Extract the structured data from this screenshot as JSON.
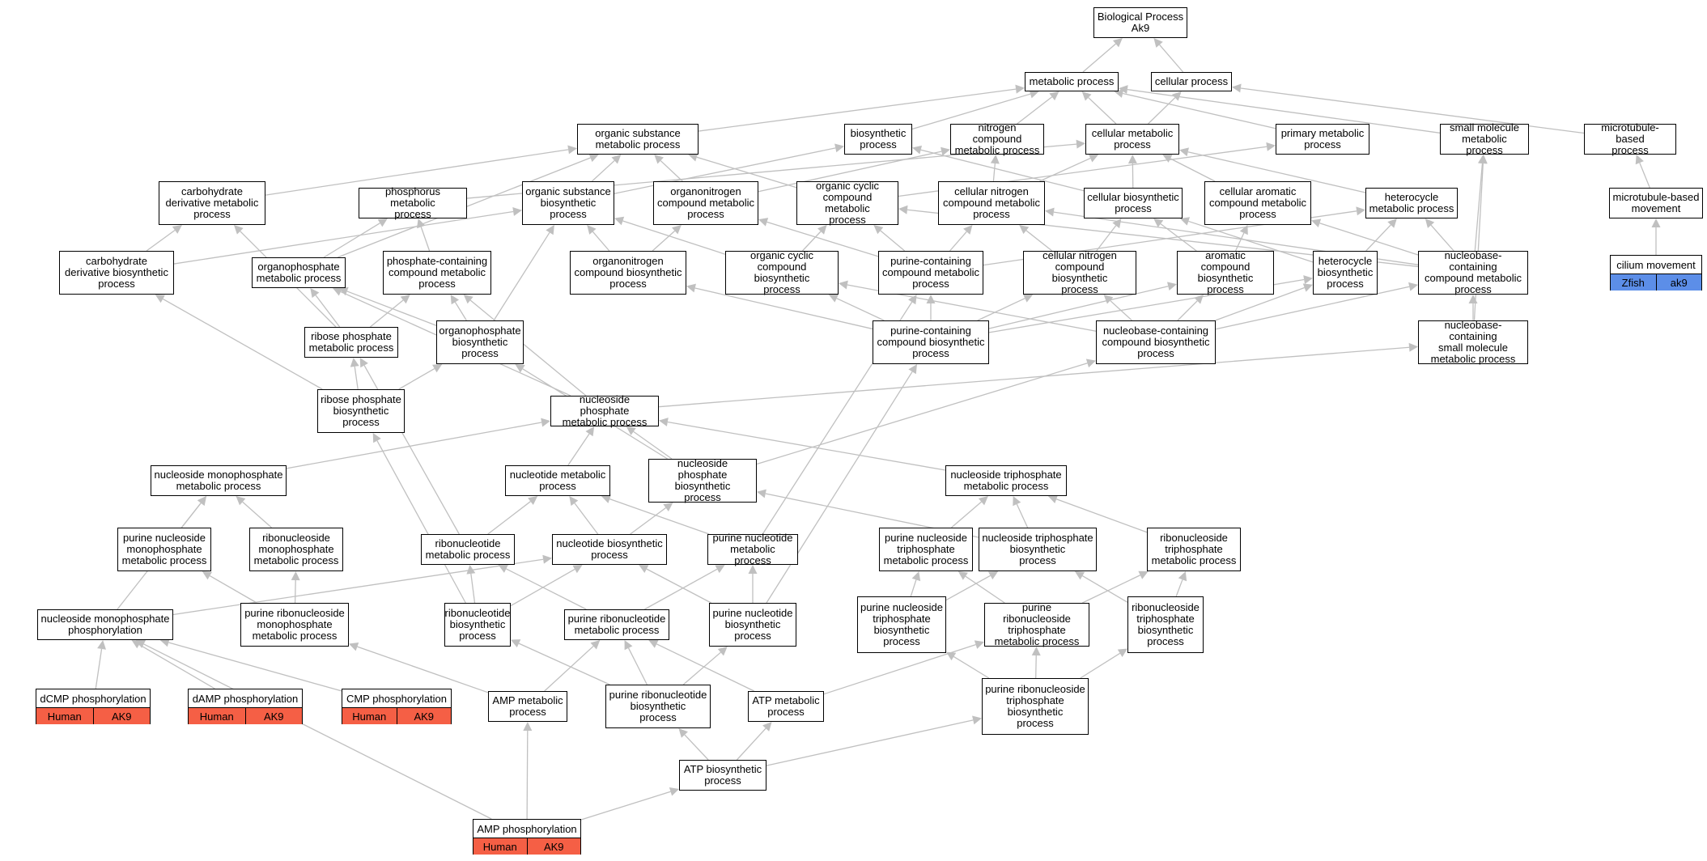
{
  "colors": {
    "edge": "#c0c0c0",
    "human_annotation": "#f55f45",
    "zfish_annotation": "#5c8ee8"
  },
  "nodes": [
    {
      "id": "root",
      "label": "Biological Process\nAk9"
    },
    {
      "id": "mp",
      "label": "metabolic process"
    },
    {
      "id": "cp",
      "label": "cellular process"
    },
    {
      "id": "osmp",
      "label": "organic substance\nmetabolic process"
    },
    {
      "id": "bp",
      "label": "biosynthetic\nprocess"
    },
    {
      "id": "ncmp",
      "label": "nitrogen compound\nmetabolic process"
    },
    {
      "id": "cmp",
      "label": "cellular metabolic\nprocess"
    },
    {
      "id": "pmp",
      "label": "primary metabolic\nprocess"
    },
    {
      "id": "smmp",
      "label": "small molecule\nmetabolic process"
    },
    {
      "id": "mtbp",
      "label": "microtubule-based\nprocess"
    },
    {
      "id": "cdmp",
      "label": "carbohydrate\nderivative metabolic\nprocess"
    },
    {
      "id": "phmp",
      "label": "phosphorus metabolic\nprocess"
    },
    {
      "id": "osbp",
      "label": "organic substance\nbiosynthetic\nprocess"
    },
    {
      "id": "oncmp",
      "label": "organonitrogen\ncompound metabolic\nprocess"
    },
    {
      "id": "occmp",
      "label": "organic cyclic\ncompound metabolic\nprocess"
    },
    {
      "id": "cncmp",
      "label": "cellular nitrogen\ncompound metabolic\nprocess"
    },
    {
      "id": "cbp",
      "label": "cellular biosynthetic\nprocess"
    },
    {
      "id": "cacmp",
      "label": "cellular aromatic\ncompound metabolic\nprocess"
    },
    {
      "id": "hcmp",
      "label": "heterocycle\nmetabolic process"
    },
    {
      "id": "mtbm",
      "label": "microtubule-based\nmovement"
    },
    {
      "id": "cdbp",
      "label": "carbohydrate\nderivative biosynthetic\nprocess"
    },
    {
      "id": "opmp",
      "label": "organophosphate\nmetabolic process"
    },
    {
      "id": "pccmp",
      "label": "phosphate-containing\ncompound metabolic\nprocess"
    },
    {
      "id": "oncbp",
      "label": "organonitrogen\ncompound biosynthetic\nprocess"
    },
    {
      "id": "occbp",
      "label": "organic cyclic\ncompound biosynthetic\nprocess"
    },
    {
      "id": "pucmp",
      "label": "purine-containing\ncompound metabolic\nprocess"
    },
    {
      "id": "cncbp",
      "label": "cellular nitrogen\ncompound biosynthetic\nprocess"
    },
    {
      "id": "acbp",
      "label": "aromatic compound\nbiosynthetic\nprocess"
    },
    {
      "id": "hcbp",
      "label": "heterocycle\nbiosynthetic\nprocess"
    },
    {
      "id": "nbcmp",
      "label": "nucleobase-containing\ncompound metabolic\nprocess"
    },
    {
      "id": "rpmp",
      "label": "ribose phosphate\nmetabolic process"
    },
    {
      "id": "opbp",
      "label": "organophosphate\nbiosynthetic\nprocess"
    },
    {
      "id": "pucbp",
      "label": "purine-containing\ncompound biosynthetic\nprocess"
    },
    {
      "id": "nbcbp",
      "label": "nucleobase-containing\ncompound biosynthetic\nprocess"
    },
    {
      "id": "nbsmmp",
      "label": "nucleobase-containing\nsmall molecule\nmetabolic process"
    },
    {
      "id": "rpbp",
      "label": "ribose phosphate\nbiosynthetic\nprocess"
    },
    {
      "id": "nspmp",
      "label": "nucleoside phosphate\nmetabolic process"
    },
    {
      "id": "nsmpmp",
      "label": "nucleoside monophosphate\nmetabolic process"
    },
    {
      "id": "ntmp",
      "label": "nucleotide metabolic\nprocess"
    },
    {
      "id": "nspbp",
      "label": "nucleoside phosphate\nbiosynthetic\nprocess"
    },
    {
      "id": "nstpmp",
      "label": "nucleoside triphosphate\nmetabolic process"
    },
    {
      "id": "pnsmpmp",
      "label": "purine nucleoside\nmonophosphate\nmetabolic process"
    },
    {
      "id": "rnsmpmp",
      "label": "ribonucleoside\nmonophosphate\nmetabolic process"
    },
    {
      "id": "rntmp",
      "label": "ribonucleotide\nmetabolic process"
    },
    {
      "id": "ntbp",
      "label": "nucleotide biosynthetic\nprocess"
    },
    {
      "id": "pntmp",
      "label": "purine nucleotide\nmetabolic process"
    },
    {
      "id": "pnstpmp",
      "label": "purine nucleoside\ntriphosphate\nmetabolic process"
    },
    {
      "id": "nstpbp",
      "label": "nucleoside triphosphate\nbiosynthetic\nprocess"
    },
    {
      "id": "rnstpmp",
      "label": "ribonucleoside\ntriphosphate\nmetabolic process"
    },
    {
      "id": "nsmpp",
      "label": "nucleoside monophosphate\nphosphorylation"
    },
    {
      "id": "prnsmpmp",
      "label": "purine ribonucleoside\nmonophosphate\nmetabolic process"
    },
    {
      "id": "rntbp",
      "label": "ribonucleotide\nbiosynthetic\nprocess"
    },
    {
      "id": "prntmp",
      "label": "purine ribonucleotide\nmetabolic process"
    },
    {
      "id": "pntbp",
      "label": "purine nucleotide\nbiosynthetic\nprocess"
    },
    {
      "id": "pnstpbp",
      "label": "purine nucleoside\ntriphosphate\nbiosynthetic\nprocess"
    },
    {
      "id": "prnstpmp",
      "label": "purine ribonucleoside\ntriphosphate\nmetabolic process"
    },
    {
      "id": "rnstpbp",
      "label": "ribonucleoside\ntriphosphate\nbiosynthetic\nprocess"
    },
    {
      "id": "ampmp",
      "label": "AMP metabolic\nprocess"
    },
    {
      "id": "prntbp",
      "label": "purine ribonucleotide\nbiosynthetic\nprocess"
    },
    {
      "id": "atpmp",
      "label": "ATP metabolic\nprocess"
    },
    {
      "id": "prnstpbp",
      "label": "purine ribonucleoside\ntriphosphate\nbiosynthetic\nprocess"
    },
    {
      "id": "atpbp",
      "label": "ATP biosynthetic\nprocess"
    }
  ],
  "genes": [
    {
      "id": "dcmp",
      "label": "dCMP phosphorylation",
      "species": "Human",
      "gene": "AK9",
      "species_color": "#f55f45"
    },
    {
      "id": "damp",
      "label": "dAMP phosphorylation",
      "species": "Human",
      "gene": "AK9",
      "species_color": "#f55f45"
    },
    {
      "id": "cmpph",
      "label": "CMP phosphorylation",
      "species": "Human",
      "gene": "AK9",
      "species_color": "#f55f45"
    },
    {
      "id": "ampph",
      "label": "AMP phosphorylation",
      "species": "Human",
      "gene": "AK9",
      "species_color": "#f55f45"
    },
    {
      "id": "cilium",
      "label": "cilium movement",
      "species": "Zfish",
      "gene": "ak9",
      "species_color": "#5c8ee8"
    }
  ],
  "edges": [
    [
      "mp",
      "root"
    ],
    [
      "cp",
      "root"
    ],
    [
      "osmp",
      "mp"
    ],
    [
      "bp",
      "mp"
    ],
    [
      "ncmp",
      "mp"
    ],
    [
      "cmp",
      "mp"
    ],
    [
      "pmp",
      "mp"
    ],
    [
      "smmp",
      "mp"
    ],
    [
      "cmp",
      "cp"
    ],
    [
      "mtbp",
      "cp"
    ],
    [
      "cdmp",
      "osmp"
    ],
    [
      "osbp",
      "osmp"
    ],
    [
      "oncmp",
      "osmp"
    ],
    [
      "occmp",
      "osmp"
    ],
    [
      "opmp",
      "osmp"
    ],
    [
      "phmp",
      "cmp"
    ],
    [
      "cncmp",
      "cmp"
    ],
    [
      "cbp",
      "cmp"
    ],
    [
      "cacmp",
      "cmp"
    ],
    [
      "hcmp",
      "cmp"
    ],
    [
      "osbp",
      "bp"
    ],
    [
      "cbp",
      "bp"
    ],
    [
      "oncmp",
      "ncmp"
    ],
    [
      "cncmp",
      "ncmp"
    ],
    [
      "occmp",
      "pmp"
    ],
    [
      "nbcmp",
      "smmp"
    ],
    [
      "nbsmmp",
      "smmp"
    ],
    [
      "mtbm",
      "mtbp"
    ],
    [
      "cilium",
      "mtbm"
    ],
    [
      "cdbp",
      "cdmp"
    ],
    [
      "cdbp",
      "osbp"
    ],
    [
      "opmp",
      "phmp"
    ],
    [
      "pccmp",
      "phmp"
    ],
    [
      "oncbp",
      "oncmp"
    ],
    [
      "oncbp",
      "osbp"
    ],
    [
      "occbp",
      "occmp"
    ],
    [
      "occbp",
      "osbp"
    ],
    [
      "pucmp",
      "occmp"
    ],
    [
      "pucmp",
      "cncmp"
    ],
    [
      "pucmp",
      "hcmp"
    ],
    [
      "pucmp",
      "oncmp"
    ],
    [
      "cncbp",
      "cncmp"
    ],
    [
      "cncbp",
      "cbp"
    ],
    [
      "acbp",
      "cacmp"
    ],
    [
      "acbp",
      "cbp"
    ],
    [
      "hcbp",
      "hcmp"
    ],
    [
      "hcbp",
      "cbp"
    ],
    [
      "nbcmp",
      "cacmp"
    ],
    [
      "nbcmp",
      "hcmp"
    ],
    [
      "nbcmp",
      "occmp"
    ],
    [
      "nbcmp",
      "cncmp"
    ],
    [
      "rpmp",
      "opmp"
    ],
    [
      "rpmp",
      "cdmp"
    ],
    [
      "rpmp",
      "pccmp"
    ],
    [
      "opbp",
      "opmp"
    ],
    [
      "opbp",
      "osbp"
    ],
    [
      "opbp",
      "pccmp"
    ],
    [
      "pucbp",
      "pucmp"
    ],
    [
      "pucbp",
      "oncbp"
    ],
    [
      "pucbp",
      "occbp"
    ],
    [
      "pucbp",
      "cncbp"
    ],
    [
      "pucbp",
      "acbp"
    ],
    [
      "pucbp",
      "hcbp"
    ],
    [
      "nbcbp",
      "nbcmp"
    ],
    [
      "nbcbp",
      "cncbp"
    ],
    [
      "nbcbp",
      "acbp"
    ],
    [
      "nbcbp",
      "hcbp"
    ],
    [
      "nbcbp",
      "occbp"
    ],
    [
      "nbsmmp",
      "nbcmp"
    ],
    [
      "rpbp",
      "rpmp"
    ],
    [
      "rpbp",
      "opbp"
    ],
    [
      "rpbp",
      "cdbp"
    ],
    [
      "nspmp",
      "opmp"
    ],
    [
      "nspmp",
      "pccmp"
    ],
    [
      "nspmp",
      "nbsmmp"
    ],
    [
      "nsmpmp",
      "nspmp"
    ],
    [
      "ntmp",
      "nspmp"
    ],
    [
      "nstpmp",
      "nspmp"
    ],
    [
      "nspbp",
      "nspmp"
    ],
    [
      "nspbp",
      "opbp"
    ],
    [
      "nspbp",
      "nbcbp"
    ],
    [
      "pnsmpmp",
      "nsmpmp"
    ],
    [
      "rnsmpmp",
      "nsmpmp"
    ],
    [
      "rntmp",
      "ntmp"
    ],
    [
      "ntbp",
      "ntmp"
    ],
    [
      "pntmp",
      "ntmp"
    ],
    [
      "rntmp",
      "rpmp"
    ],
    [
      "ntbp",
      "nspbp"
    ],
    [
      "pntmp",
      "pucmp"
    ],
    [
      "pnstpmp",
      "nstpmp"
    ],
    [
      "nstpbp",
      "nstpmp"
    ],
    [
      "rnstpmp",
      "nstpmp"
    ],
    [
      "nstpbp",
      "nspbp"
    ],
    [
      "nsmpp",
      "nsmpmp"
    ],
    [
      "nsmpp",
      "ntbp"
    ],
    [
      "prnsmpmp",
      "pnsmpmp"
    ],
    [
      "prnsmpmp",
      "rnsmpmp"
    ],
    [
      "rntbp",
      "rntmp"
    ],
    [
      "rntbp",
      "ntbp"
    ],
    [
      "rntbp",
      "rpbp"
    ],
    [
      "prntmp",
      "rntmp"
    ],
    [
      "prntmp",
      "pntmp"
    ],
    [
      "pntbp",
      "pntmp"
    ],
    [
      "pntbp",
      "ntbp"
    ],
    [
      "pntbp",
      "pucbp"
    ],
    [
      "pnstpbp",
      "pnstpmp"
    ],
    [
      "pnstpbp",
      "nstpbp"
    ],
    [
      "prnstpmp",
      "pnstpmp"
    ],
    [
      "prnstpmp",
      "rnstpmp"
    ],
    [
      "rnstpbp",
      "rnstpmp"
    ],
    [
      "rnstpbp",
      "nstpbp"
    ],
    [
      "ampmp",
      "prnsmpmp"
    ],
    [
      "ampmp",
      "prntmp"
    ],
    [
      "prntbp",
      "prntmp"
    ],
    [
      "prntbp",
      "rntbp"
    ],
    [
      "prntbp",
      "pntbp"
    ],
    [
      "atpmp",
      "prntmp"
    ],
    [
      "atpmp",
      "prnstpmp"
    ],
    [
      "prnstpbp",
      "prnstpmp"
    ],
    [
      "prnstpbp",
      "pnstpbp"
    ],
    [
      "prnstpbp",
      "rnstpbp"
    ],
    [
      "atpbp",
      "prntbp"
    ],
    [
      "atpbp",
      "atpmp"
    ],
    [
      "atpbp",
      "prnstpbp"
    ],
    [
      "dcmp",
      "nsmpp"
    ],
    [
      "damp",
      "nsmpp"
    ],
    [
      "cmpph",
      "nsmpp"
    ],
    [
      "ampph",
      "ampmp"
    ],
    [
      "ampph",
      "atpbp"
    ],
    [
      "ampph",
      "nsmpp"
    ]
  ]
}
